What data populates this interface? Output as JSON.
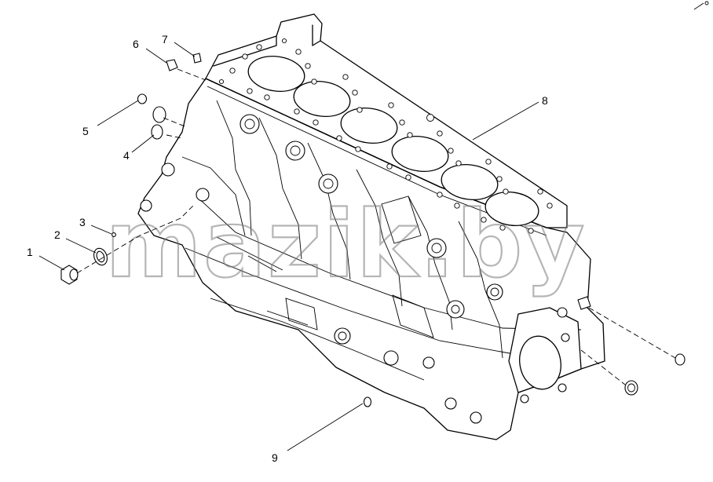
{
  "watermark": {
    "text": "mazik.by"
  },
  "callouts": [
    {
      "id": "1",
      "text": "1"
    },
    {
      "id": "2",
      "text": "2"
    },
    {
      "id": "3",
      "text": "3"
    },
    {
      "id": "4",
      "text": "4"
    },
    {
      "id": "5",
      "text": "5"
    },
    {
      "id": "6",
      "text": "6"
    },
    {
      "id": "7",
      "text": "7"
    },
    {
      "id": "8",
      "text": "8"
    },
    {
      "id": "9",
      "text": "9"
    }
  ]
}
